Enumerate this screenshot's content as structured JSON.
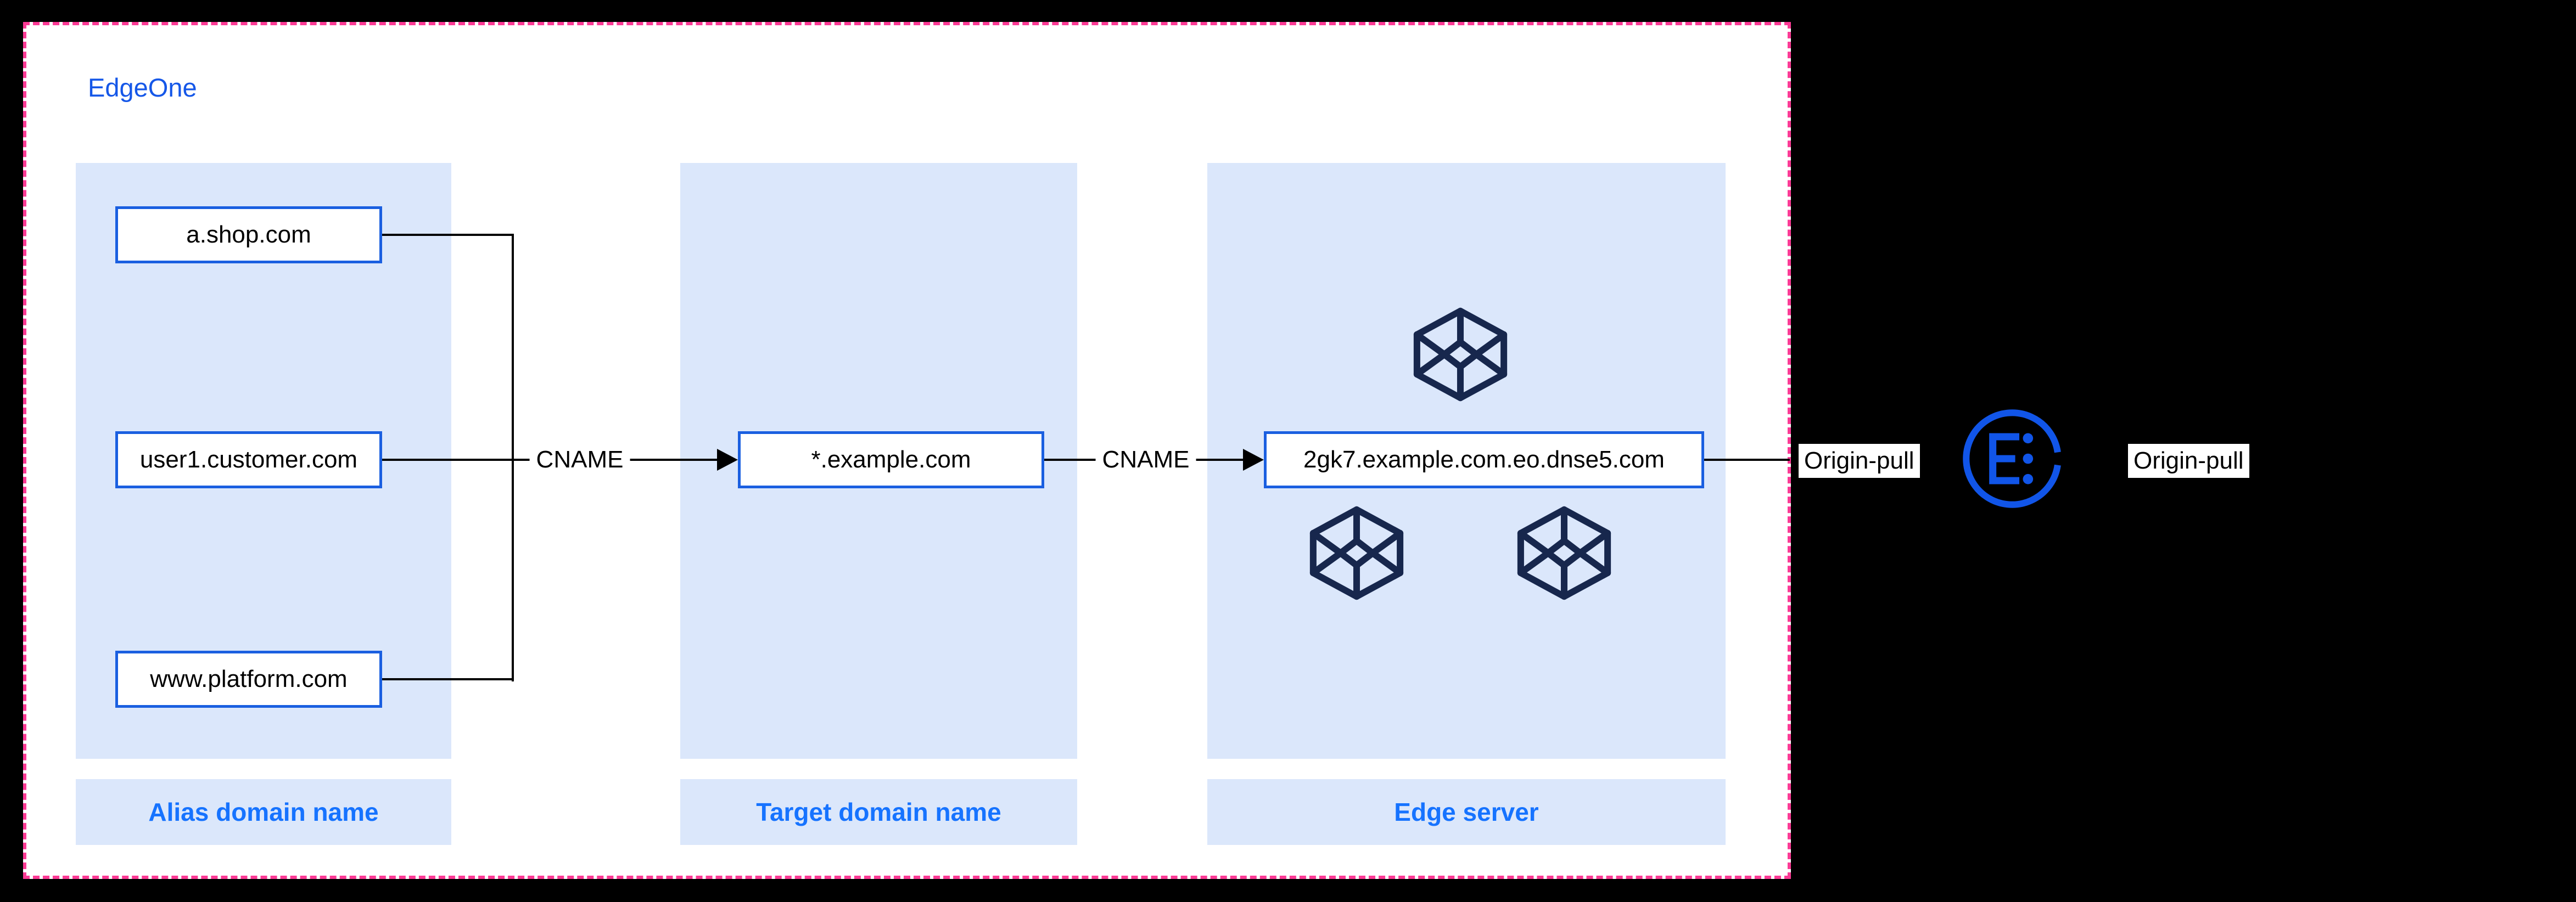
{
  "diagram": {
    "title": "EdgeOne"
  },
  "panels": {
    "alias": {
      "label": "Alias domain name",
      "boxes": [
        "a.shop.com",
        "user1.customer.com",
        "www.platform.com"
      ]
    },
    "target": {
      "label": "Target domain name",
      "boxes": [
        "*.example.com"
      ]
    },
    "edge": {
      "label": "Edge server",
      "boxes": [
        "2gk7.example.com.eo.dnse5.com"
      ]
    }
  },
  "connectors": {
    "cname_left": "CNAME",
    "cname_right": "CNAME"
  },
  "origin_pull": {
    "left": "Origin-pull",
    "right": "Origin-pull"
  },
  "icons": {
    "edge_node": "edge-node-cube-icon",
    "logo": "edgeone-logo-icon",
    "arrow": "arrow-right-icon"
  },
  "colors": {
    "background": "#000000",
    "container_bg": "#ffffff",
    "dashed_border_pink": "#fb3a95",
    "panel_bg": "#dbe7fb",
    "box_border_blue": "#1a5fe0",
    "title_blue": "#1557e8",
    "strip_label_blue": "#1673ff",
    "connector_black": "#000000",
    "cube_navy": "#17274d",
    "logo_blue": "#1155e8"
  }
}
